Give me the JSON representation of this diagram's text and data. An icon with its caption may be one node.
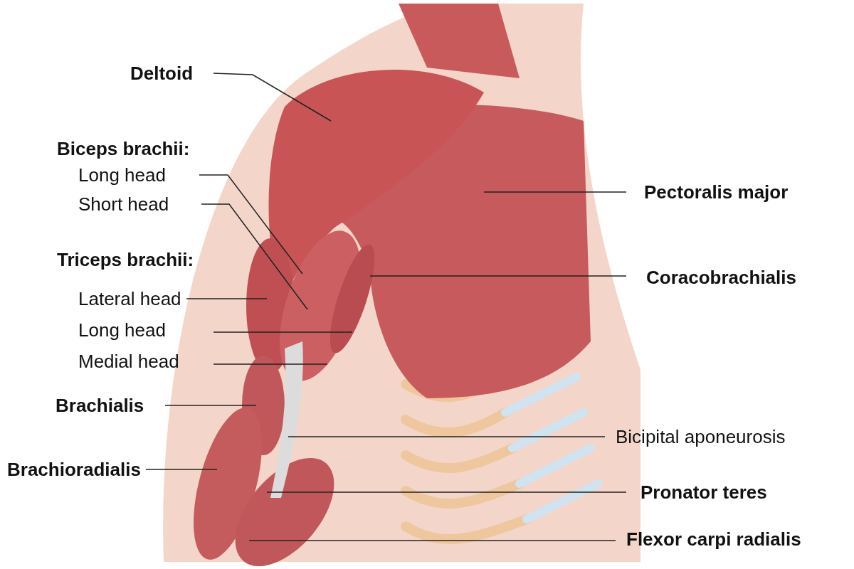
{
  "diagram": {
    "nodes": [
      {
        "text": [
          "Deltoid"
        ]
      },
      {
        "text": [
          "Long head"
        ]
      },
      {
        "text": [
          "Short head"
        ]
      },
      {
        "text": [
          "Lateral head"
        ]
      },
      {
        "text": [
          "Long head"
        ]
      },
      {
        "text": [
          "Medial head"
        ]
      },
      {
        "text": [
          "Brachialis"
        ]
      },
      {
        "text": [
          "Brachioradialis"
        ]
      },
      {
        "text": [
          "Pectoralis major"
        ]
      },
      {
        "text": [
          "Coracobrachialis"
        ]
      },
      {
        "text": [
          "Bicipital aponeurosis"
        ]
      },
      {
        "text": [
          "Pronator teres"
        ]
      },
      {
        "text": [
          "Flexor carpi radialis"
        ]
      }
    ],
    "edges": [
      {
        "from": 0,
        "to": null,
        "arrow": "none"
      },
      {
        "from": 1,
        "to": null,
        "arrow": "none"
      },
      {
        "from": 2,
        "to": null,
        "arrow": "none"
      },
      {
        "from": 3,
        "to": null,
        "arrow": "none"
      },
      {
        "from": 4,
        "to": null,
        "arrow": "none"
      },
      {
        "from": 5,
        "to": null,
        "arrow": "none"
      },
      {
        "from": 6,
        "to": null,
        "arrow": "none"
      },
      {
        "from": 7,
        "to": null,
        "arrow": "none"
      },
      {
        "from": 8,
        "to": null,
        "arrow": "none"
      },
      {
        "from": 9,
        "to": null,
        "arrow": "none"
      },
      {
        "from": 10,
        "to": null,
        "arrow": "none"
      },
      {
        "from": 11,
        "to": null,
        "arrow": "none"
      },
      {
        "from": 12,
        "to": null,
        "arrow": "none"
      }
    ],
    "labels": [
      "Biceps brachii:",
      "Triceps brachii:"
    ]
  }
}
